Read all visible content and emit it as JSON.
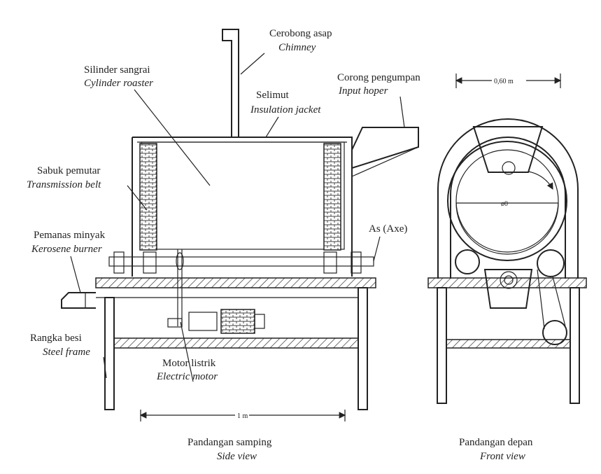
{
  "labels": {
    "chimney": {
      "main": "Cerobong asap",
      "sub": "Chimney"
    },
    "cylinder": {
      "main": "Silinder sangrai",
      "sub": "Cylinder roaster"
    },
    "hopper": {
      "main": "Corong pengumpan",
      "sub": "Input hoper"
    },
    "jacket": {
      "main": "Selimut",
      "sub": "Insulation jacket"
    },
    "belt": {
      "main": "Sabuk pemutar",
      "sub": "Transmission belt"
    },
    "axe": {
      "main": "As (Axe)"
    },
    "burner": {
      "main": "Pemanas minyak",
      "sub": "Kerosene burner"
    },
    "frame": {
      "main": "Rangka besi",
      "sub": "Steel frame"
    },
    "motor": {
      "main": "Motor listrik",
      "sub": "Electric motor"
    }
  },
  "views": {
    "side": {
      "main": "Pandangan samping",
      "sub": "Side view",
      "dimension": "1 m"
    },
    "front": {
      "main": "Pandangan depan",
      "sub": "Front view",
      "dimension": "0,60 m",
      "diameter": "ø0"
    }
  }
}
